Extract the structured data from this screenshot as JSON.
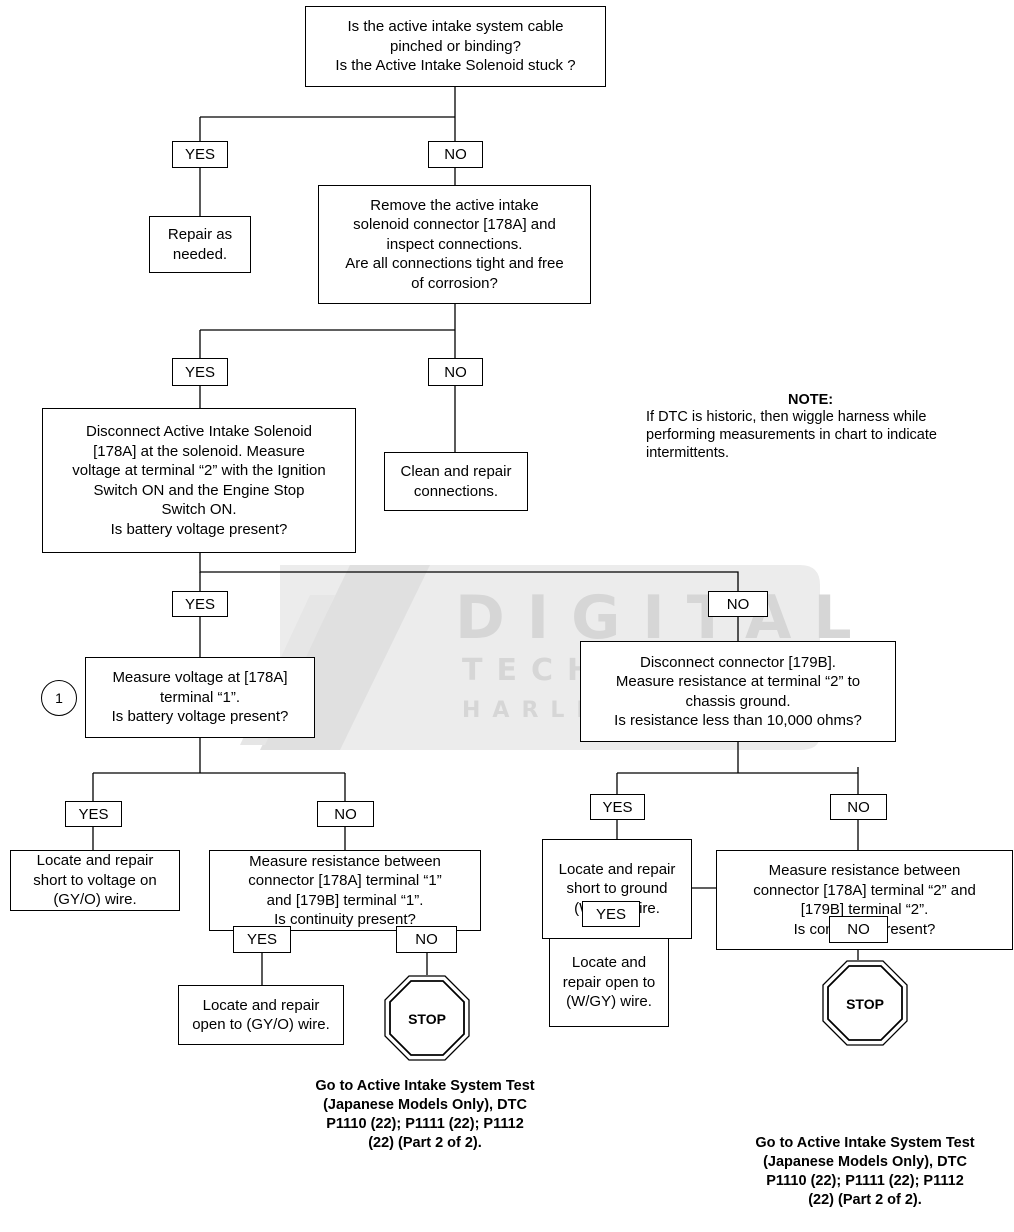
{
  "watermark": {
    "word1": "DIGITAL",
    "word2": "TECHNICIAN",
    "word3": "HARLEY-DAVIDSON"
  },
  "note": {
    "title": "NOTE:",
    "body": "If DTC is historic, then wiggle harness while\nperforming measurements in chart to indicate\nintermittents."
  },
  "boxes": {
    "q_cable": "Is the active intake system cable\npinched or binding?\nIs the Active Intake Solenoid stuck ?",
    "repair_needed": "Repair as\nneeded.",
    "remove_connector": "Remove the active intake\nsolenoid connector [178A] and\ninspect connections.\nAre all connections tight and free\nof corrosion?",
    "disconnect_solenoid": "Disconnect Active Intake Solenoid\n[178A] at the solenoid. Measure\nvoltage at terminal “2” with the Ignition\nSwitch ON and the Engine Stop\nSwitch ON.\nIs battery voltage present?",
    "clean_repair": "Clean and repair\nconnections.",
    "measure_178a": "Measure voltage at [178A]\nterminal “1”.\nIs battery voltage present?",
    "disconnect_179b": "Disconnect connector [179B].\nMeasure resistance at terminal “2” to\nchassis ground.\nIs resistance less than 10,000 ohms?",
    "short_voltage": "Locate and repair\nshort to voltage on\n(GY/O) wire.",
    "resistance_1": "Measure resistance between\nconnector [178A] terminal “1”\nand [179B] terminal “1”.\nIs continuity present?",
    "short_ground": "Locate and repair\nshort to ground\n(W/GY) wire.",
    "resistance_2": "Measure resistance between\nconnector [178A] terminal “2” and\n[179B] terminal “2”.\nIs continuity present?",
    "open_gyo": "Locate and repair\nopen to (GY/O) wire.",
    "open_wgy": "Locate and\nrepair open to\n(W/GY) wire."
  },
  "labels": {
    "yes_1": "YES",
    "no_1": "NO",
    "yes_2": "YES",
    "no_2": "NO",
    "yes_3": "YES",
    "no_3": "NO",
    "yes_4": "YES",
    "no_4": "NO",
    "yes_5": "YES",
    "no_5": "NO",
    "yes_6": "YES",
    "no_6": "NO",
    "yes_7": "YES",
    "no_7": "NO"
  },
  "circle_marker": "1",
  "stop_text": "STOP",
  "captions": {
    "left": "Go to Active Intake System Test\n(Japanese Models Only), DTC\nP1110 (22); P1111 (22); P1112\n(22) (Part 2 of 2).",
    "right": "Go to Active Intake System Test\n(Japanese Models Only), DTC\nP1110 (22); P1111 (22); P1112\n(22) (Part 2 of 2)."
  }
}
